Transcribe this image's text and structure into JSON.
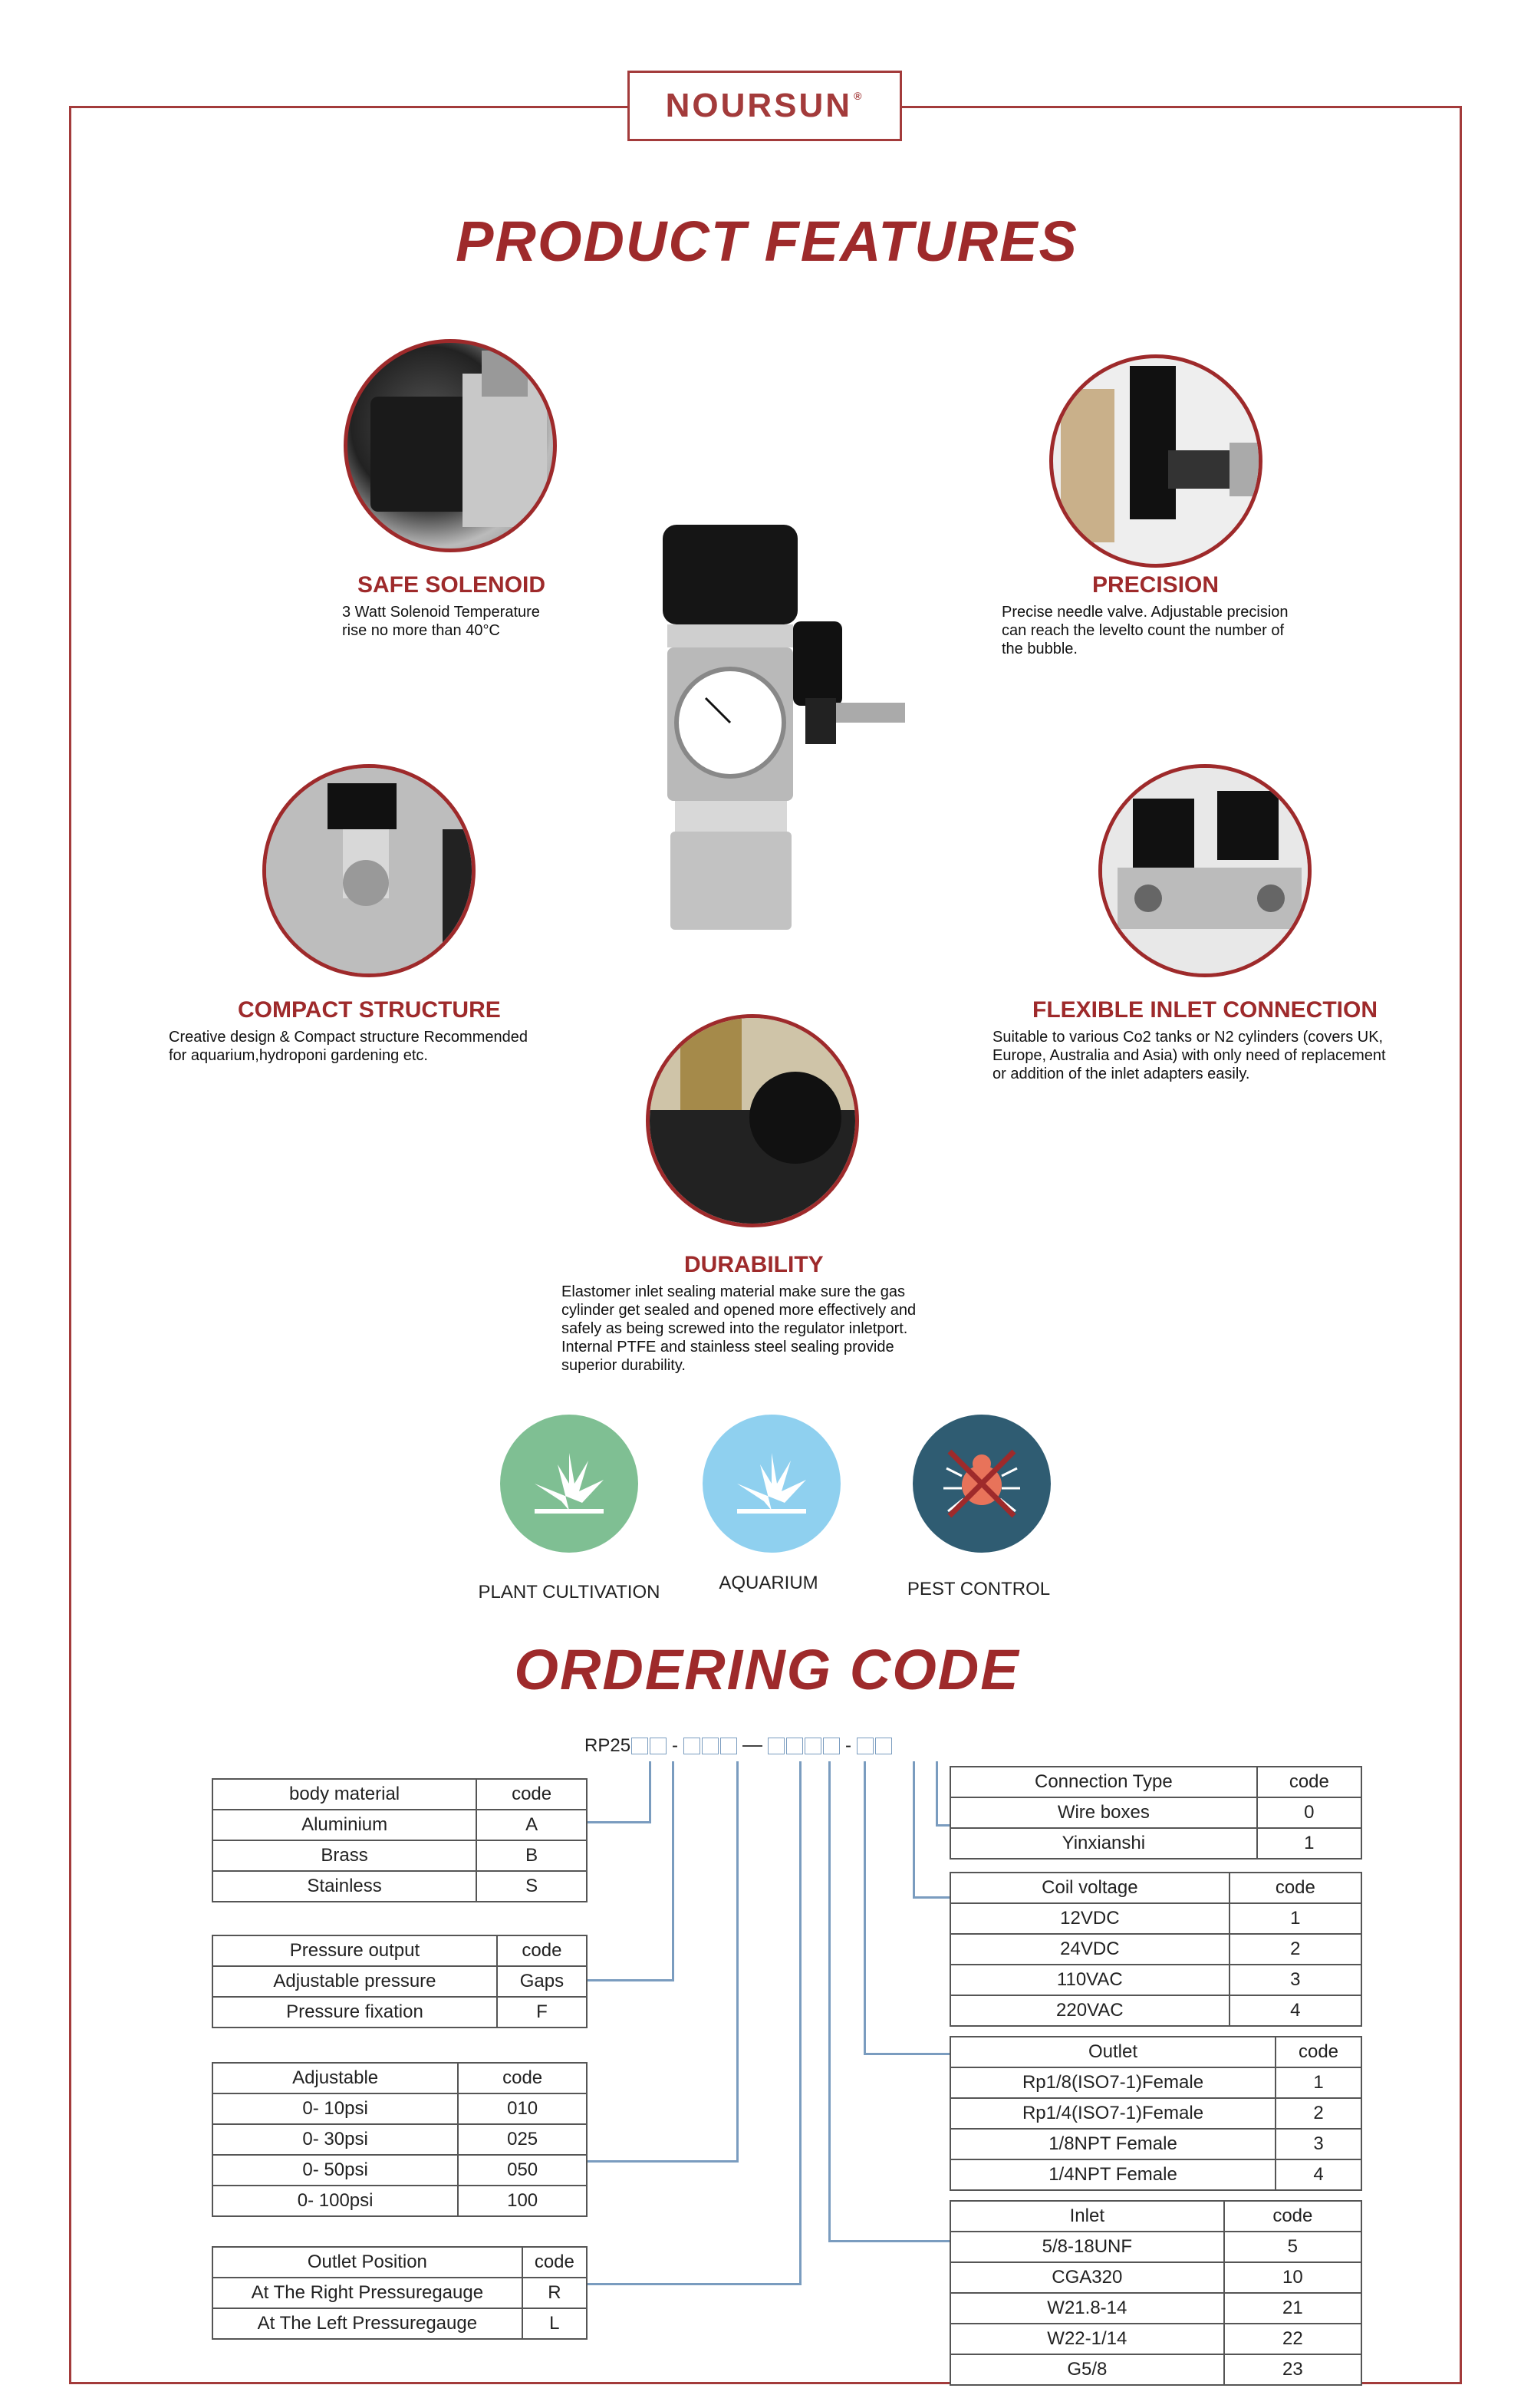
{
  "brand": {
    "name": "NOURSUN",
    "mark": "®"
  },
  "features_heading": "PRODUCT FEATURES",
  "features": [
    {
      "title": "SAFE SOLENOID",
      "desc": [
        "3 Watt Solenoid Temperature",
        "rise no more than 40°C"
      ]
    },
    {
      "title": "PRECISION",
      "desc": [
        "Precise needle valve. Adjustable precision",
        "can reach the levelto count the number of",
        "the bubble."
      ]
    },
    {
      "title": "COMPACT STRUCTURE",
      "desc": [
        "Creative design & Compact structure Recommended",
        "for aquarium,hydroponi gardening etc."
      ]
    },
    {
      "title": "FLEXIBLE INLET CONNECTION",
      "desc": [
        "Suitable to various Co2 tanks or N2 cylinders (covers UK,",
        "Europe, Australia and Asia) with only need of replacement",
        "or addition of the inlet adapters easily."
      ]
    },
    {
      "title": "DURABILITY",
      "desc": [
        "Elastomer inlet sealing material make sure the gas",
        "cylinder get sealed and opened more effectively and",
        "safely as being screwed into the regulator inletport.",
        "Internal PTFE and stainless steel sealing provide",
        "superior durability."
      ]
    }
  ],
  "applications": [
    {
      "label": "PLANT CULTIVATION",
      "color": "#7fbf93"
    },
    {
      "label": "AQUARIUM",
      "color": "#8fd0ef"
    },
    {
      "label": "PEST CONTROL",
      "color": "#2f5c72"
    }
  ],
  "ordering_heading": "ORDERING CODE",
  "code_prefix": "RP25",
  "tables": {
    "body_material": {
      "header": [
        "body material",
        "code"
      ],
      "rows": [
        [
          "Aluminium",
          "A"
        ],
        [
          "Brass",
          "B"
        ],
        [
          "Stainless",
          "S"
        ]
      ]
    },
    "pressure_output": {
      "header": [
        "Pressure output",
        "code"
      ],
      "rows": [
        [
          "Adjustable pressure",
          "Gaps"
        ],
        [
          "Pressure fixation",
          "F"
        ]
      ]
    },
    "adjustable": {
      "header": [
        "Adjustable",
        "code"
      ],
      "rows": [
        [
          "0- 10psi",
          "010"
        ],
        [
          "0- 30psi",
          "025"
        ],
        [
          "0- 50psi",
          "050"
        ],
        [
          "0- 100psi",
          "100"
        ]
      ]
    },
    "outlet_position": {
      "header": [
        "Outlet Position",
        "code"
      ],
      "rows": [
        [
          "At The Right Pressuregauge",
          "R"
        ],
        [
          "At The Left Pressuregauge",
          "L"
        ]
      ]
    },
    "connection_type": {
      "header": [
        "Connection Type",
        "code"
      ],
      "rows": [
        [
          "Wire boxes",
          "0"
        ],
        [
          "Yinxianshi",
          "1"
        ]
      ]
    },
    "coil_voltage": {
      "header": [
        "Coil voltage",
        "code"
      ],
      "rows": [
        [
          "12VDC",
          "1"
        ],
        [
          "24VDC",
          "2"
        ],
        [
          "110VAC",
          "3"
        ],
        [
          "220VAC",
          "4"
        ]
      ]
    },
    "outlet": {
      "header": [
        "Outlet",
        "code"
      ],
      "rows": [
        [
          "Rp1/8(ISO7-1)Female",
          "1"
        ],
        [
          "Rp1/4(ISO7-1)Female",
          "2"
        ],
        [
          "1/8NPT Female",
          "3"
        ],
        [
          "1/4NPT Female",
          "4"
        ]
      ]
    },
    "inlet": {
      "header": [
        "Inlet",
        "code"
      ],
      "rows": [
        [
          "5/8-18UNF",
          "5"
        ],
        [
          "CGA320",
          "10"
        ],
        [
          "W21.8-14",
          "21"
        ],
        [
          "W22-1/14",
          "22"
        ],
        [
          "G5/8",
          "23"
        ]
      ]
    }
  }
}
